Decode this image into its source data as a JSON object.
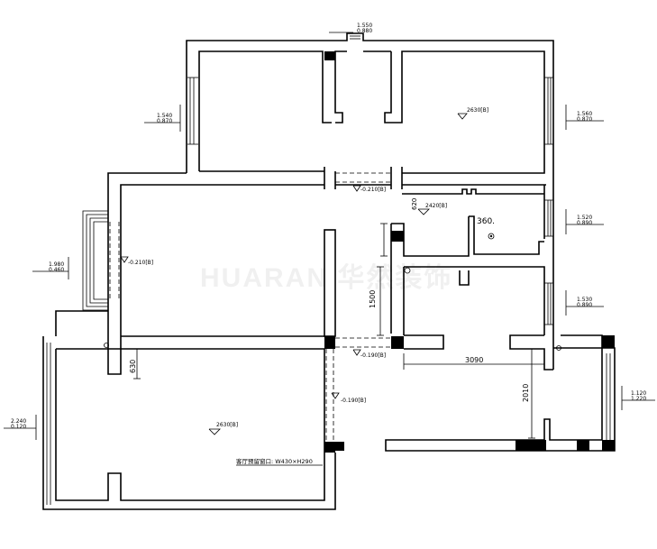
{
  "plan": {
    "watermark": "HUARAN 华然装饰",
    "ceiling_heights": [
      "2630[B]",
      "2630[B]",
      "2420[B]"
    ],
    "floor_levels": [
      "-0.210[B]",
      "-0.210[B]",
      "-0.190[B]",
      "-0.190[B]"
    ],
    "window_sills": {
      "top": [
        "1.550",
        "0.880"
      ],
      "left_bedroom": [
        "1.540",
        "0.870"
      ],
      "right_bedroom": [
        "1.560",
        "0.870"
      ],
      "kitchen": [
        "1.520",
        "0.890"
      ],
      "bath": [
        "1.530",
        "0.890"
      ],
      "living_left": [
        "1.980",
        "0.460"
      ],
      "balcony_left": [
        "2.240",
        "0.120"
      ],
      "balcony_right": [
        "1.120",
        "1.220"
      ]
    },
    "dims": {
      "d620": "620",
      "d1500": "1500",
      "d630": "630",
      "d3090": "3090",
      "d2010": "2010",
      "d360": "360."
    },
    "note": "客厅预留窗口: W430×H290"
  }
}
